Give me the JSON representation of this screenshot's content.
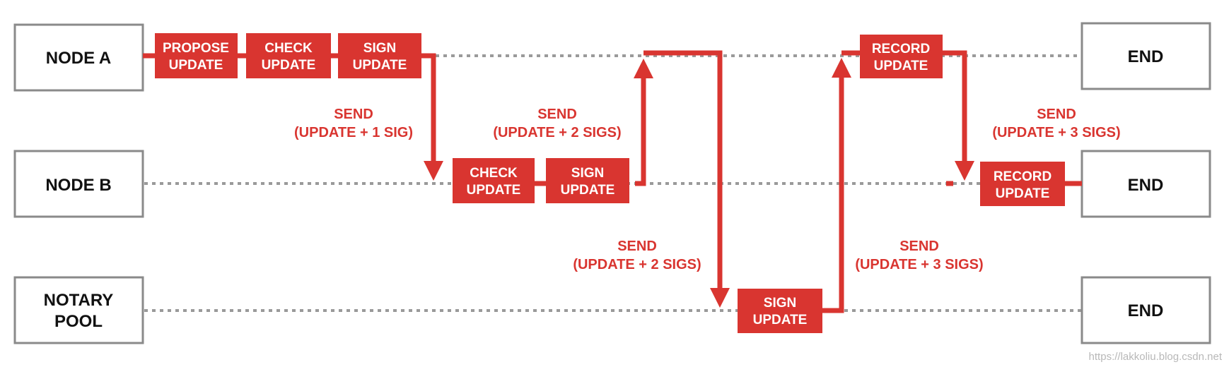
{
  "colors": {
    "accent": "#d93530",
    "box_border": "#8a8a8a",
    "dotted_line": "#9a9a9a",
    "text": "#111111",
    "watermark": "#b8b8b8"
  },
  "nodes": {
    "node_a": "NODE A",
    "node_b": "NODE B",
    "notary_pool": [
      "NOTARY",
      "POOL"
    ]
  },
  "ends": [
    "END",
    "END",
    "END"
  ],
  "steps": {
    "propose_update": [
      "PROPOSE",
      "UPDATE"
    ],
    "check_update_a": [
      "CHECK",
      "UPDATE"
    ],
    "sign_update_a": [
      "SIGN",
      "UPDATE"
    ],
    "check_update_b": [
      "CHECK",
      "UPDATE"
    ],
    "sign_update_b": [
      "SIGN",
      "UPDATE"
    ],
    "sign_update_notary": [
      "SIGN",
      "UPDATE"
    ],
    "record_update_a": [
      "RECORD",
      "UPDATE"
    ],
    "record_update_b": [
      "RECORD",
      "UPDATE"
    ]
  },
  "sends": {
    "a_to_b": [
      "SEND",
      "(UPDATE + 1 SIG)"
    ],
    "b_to_a": [
      "SEND",
      "(UPDATE + 2 SIGS)"
    ],
    "a_to_notary": [
      "SEND",
      "(UPDATE + 2 SIGS)"
    ],
    "notary_to_a": [
      "SEND",
      "(UPDATE + 3 SIGS)"
    ],
    "a_to_b_final": [
      "SEND",
      "(UPDATE + 3 SIGS)"
    ]
  },
  "watermark": "https://lakkoliu.blog.csdn.net"
}
